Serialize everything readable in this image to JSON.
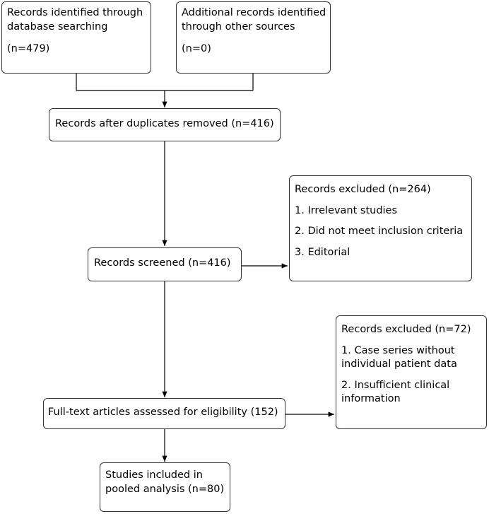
{
  "boxes": {
    "db_search": {
      "line1": "Records identified through",
      "line2": "database searching",
      "count": "(n=479)"
    },
    "other_sources": {
      "line1": "Additional records identified",
      "line2": "through other sources",
      "count": "(n=0)"
    },
    "after_duplicates": {
      "text": "Records after duplicates removed (n=416)"
    },
    "screened": {
      "text": "Records screened (n=416)"
    },
    "excluded_screen": {
      "title": "Records excluded (n=264)",
      "items": [
        "1. Irrelevant studies",
        "2. Did not meet inclusion criteria",
        "3. Editorial"
      ]
    },
    "full_text": {
      "text": "Full-text articles assessed for eligibility (152)"
    },
    "excluded_fulltext": {
      "title": "Records excluded (n=72)",
      "item1_line1": "1. Case series without",
      "item1_line2": "individual patient data",
      "item2_line1": "2. Insufficient clinical",
      "item2_line2": "information"
    },
    "included": {
      "line1": "Studies included in",
      "line2": "pooled analysis (n=80)"
    }
  }
}
